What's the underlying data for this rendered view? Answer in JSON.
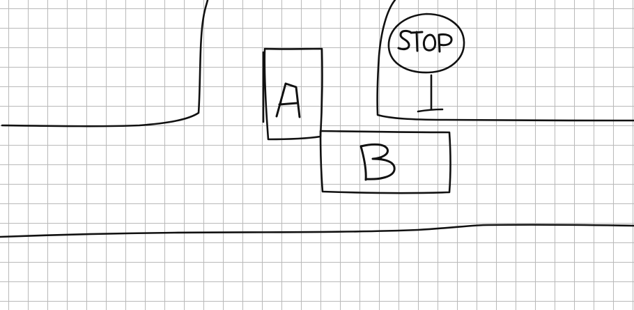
{
  "labels": {
    "car_a": "A",
    "car_b": "B",
    "sign": "STOP"
  }
}
